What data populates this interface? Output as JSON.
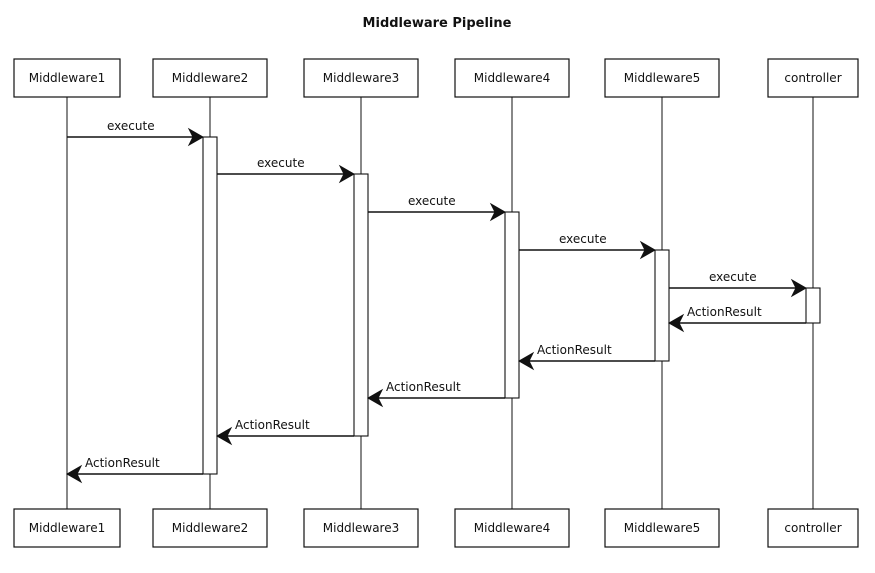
{
  "title": "Middleware Pipeline",
  "participants": [
    "Middleware1",
    "Middleware2",
    "Middleware3",
    "Middleware4",
    "Middleware5",
    "controller"
  ],
  "messages": [
    {
      "from": 0,
      "to": 1,
      "label": "execute"
    },
    {
      "from": 1,
      "to": 2,
      "label": "execute"
    },
    {
      "from": 2,
      "to": 3,
      "label": "execute"
    },
    {
      "from": 3,
      "to": 4,
      "label": "execute"
    },
    {
      "from": 4,
      "to": 5,
      "label": "execute"
    },
    {
      "from": 5,
      "to": 4,
      "label": "ActionResult"
    },
    {
      "from": 4,
      "to": 3,
      "label": "ActionResult"
    },
    {
      "from": 3,
      "to": 2,
      "label": "ActionResult"
    },
    {
      "from": 2,
      "to": 1,
      "label": "ActionResult"
    },
    {
      "from": 1,
      "to": 0,
      "label": "ActionResult"
    }
  ],
  "colors": {
    "ink": "#111111",
    "background": "#ffffff"
  }
}
